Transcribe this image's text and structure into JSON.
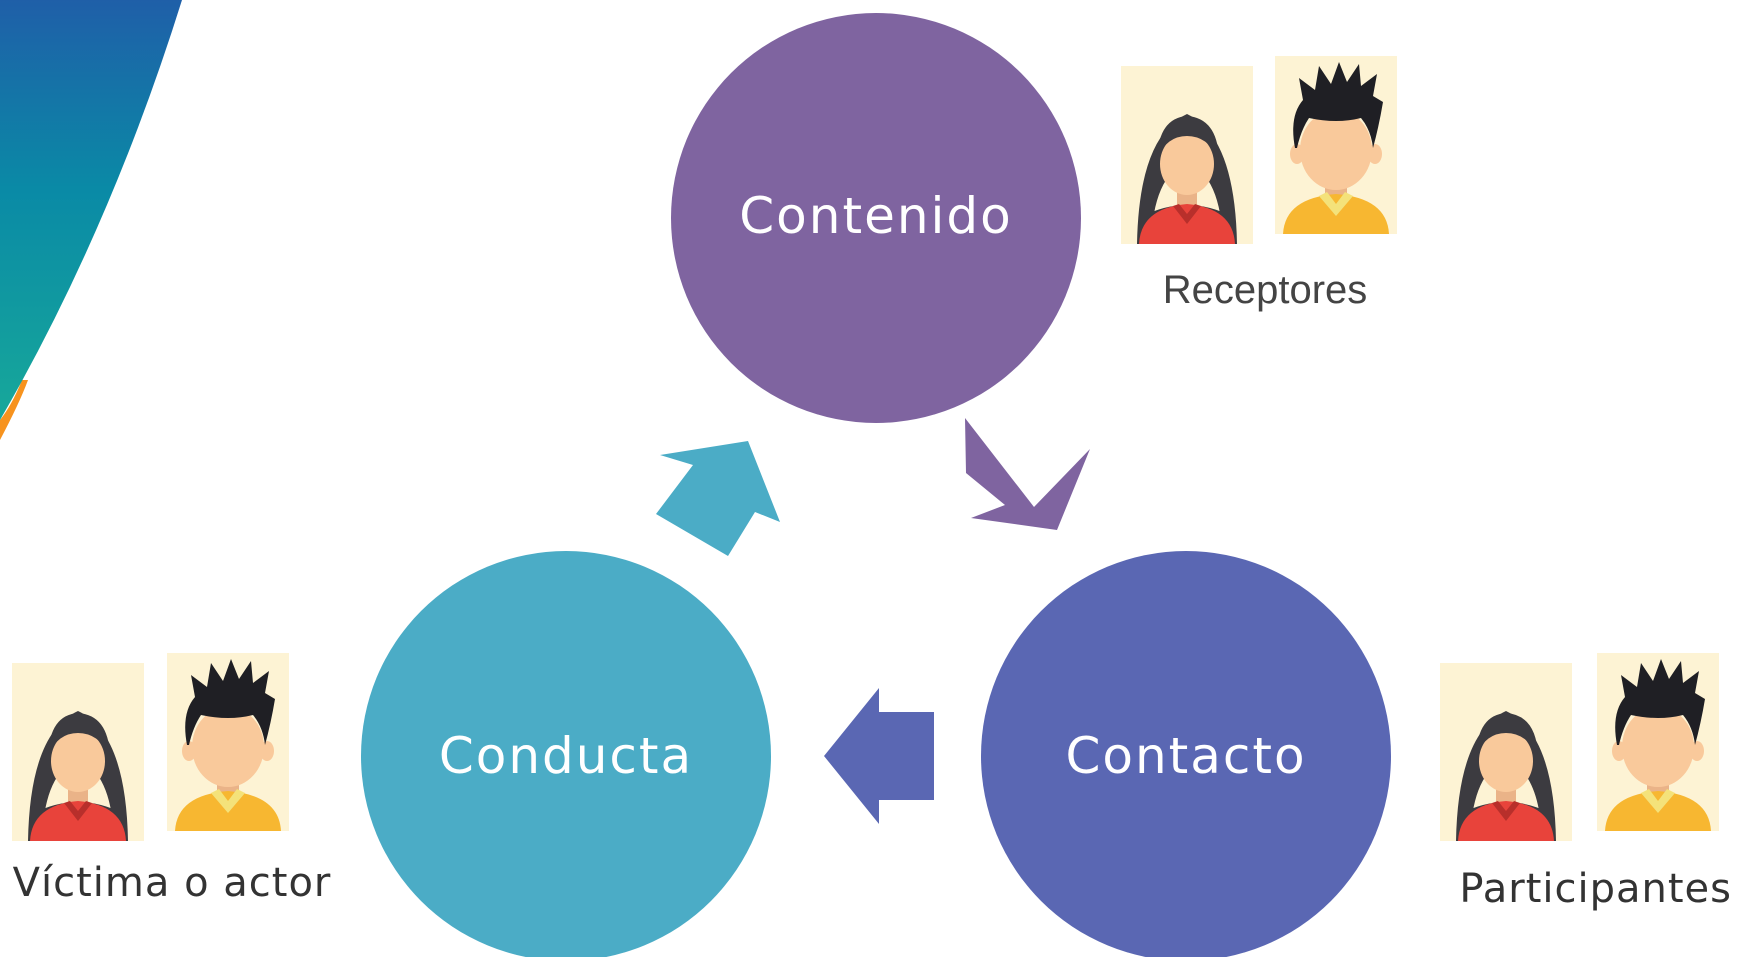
{
  "colors": {
    "contenido": "#7f64a0",
    "conducta": "#4bacc6",
    "contacto": "#5a67b3",
    "avatar_bg": "#fdf3d4",
    "skin": "#f9c99b",
    "hair": "#3c3b40",
    "shirt_red": "#e8433b",
    "shirt_yellow": "#f7b731",
    "collar_yellow": "#f4e27a"
  },
  "nodes": {
    "contenido": {
      "label": "Contenido"
    },
    "contacto": {
      "label": "Contacto"
    },
    "conducta": {
      "label": "Conducta"
    }
  },
  "groups": {
    "receptores": {
      "label": "Receptores",
      "icons": [
        "female-avatar-icon",
        "male-avatar-icon"
      ]
    },
    "participantes": {
      "label": "Participantes",
      "icons": [
        "female-avatar-icon",
        "male-avatar-icon"
      ]
    },
    "victima": {
      "label": "Víctima o actor",
      "icons": [
        "female-avatar-icon",
        "male-avatar-icon"
      ]
    }
  },
  "arrows": [
    {
      "from": "Contenido",
      "to": "Contacto"
    },
    {
      "from": "Contacto",
      "to": "Conducta"
    },
    {
      "from": "Conducta",
      "to": "Contenido"
    }
  ]
}
